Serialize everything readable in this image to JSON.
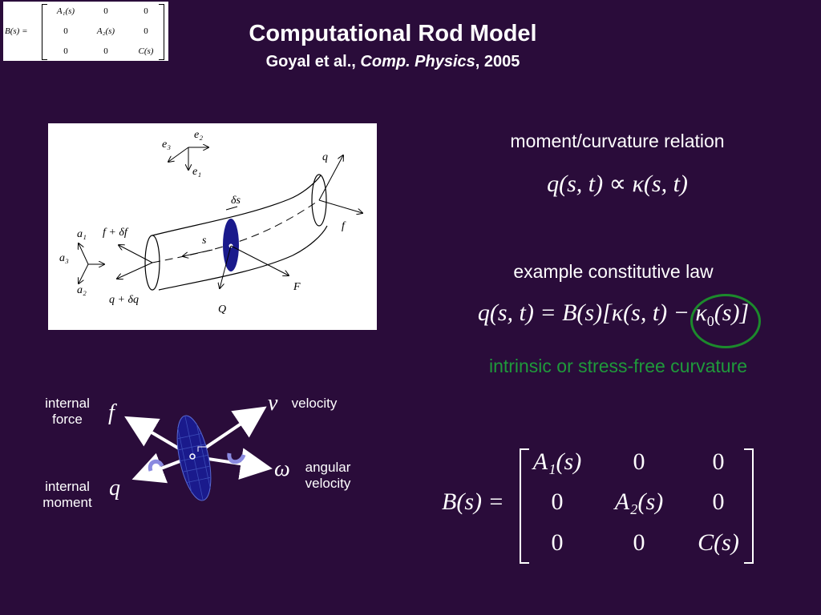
{
  "header": {
    "title": "Computational Rod Model",
    "subtitle_authors": "Goyal et al.,",
    "subtitle_journal": "Comp. Physics",
    "subtitle_year": ", 2005"
  },
  "thumbnail_matrix": {
    "lhs": "B(s) =",
    "cells": [
      "A₁(s)",
      "0",
      "0",
      "0",
      "A₂(s)",
      "0",
      "0",
      "0",
      "C(s)"
    ]
  },
  "rod_figure": {
    "labels": [
      "e₃",
      "e₂",
      "e₁",
      "q",
      "f",
      "δs",
      "s",
      "a₁",
      "a₃",
      "a₂",
      "f + δf",
      "q + δq",
      "Q",
      "F"
    ]
  },
  "relations": {
    "moment_label": "moment/curvature relation",
    "moment_eq_lhs": "q(s, t)",
    "moment_eq_op": "∝",
    "moment_eq_rhs": "κ(s, t)",
    "law_label": "example constitutive law",
    "law_eq_lhs": "q(s, t) = B(s)[κ(s, t) −",
    "law_eq_kappa0": "κ",
    "law_eq_sub0": "0",
    "law_eq_tail": "(s)]",
    "intrinsic_label": "intrinsic or stress-free curvature"
  },
  "cross_section": {
    "internal_force": "internal force",
    "internal_moment": "internal moment",
    "velocity": "velocity",
    "angular_velocity": "angular velocity",
    "f": "f",
    "q": "q",
    "v": "v",
    "omega": "ω"
  },
  "big_matrix": {
    "lhs": "B(s) =",
    "cells": [
      "A₁(s)",
      "0",
      "0",
      "0",
      "A₂(s)",
      "0",
      "0",
      "0",
      "C(s)"
    ]
  },
  "colors": {
    "background": "#2a0c3a",
    "intrinsic_green": "#1f9a3b",
    "section_blue": "#1a1a8c"
  }
}
